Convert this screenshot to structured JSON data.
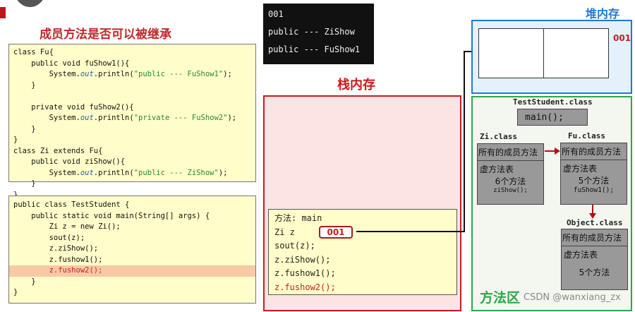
{
  "title": "成员方法是否可以被继承",
  "code_fu": [
    "class Fu{",
    "    public void fuShow1(){",
    "        System.|out|.println(|\"public --- FuShow1\"|);",
    "    }",
    "",
    "    private void fuShow2(){",
    "        System.|out|.println(|\"private --- FuShow2\"|);",
    "    }",
    "}",
    "class Zi extends Fu{",
    "    public void ziShow(){",
    "        System.|out|.println(|\"public --- ZiShow\"|);",
    "    }",
    "}"
  ],
  "code_main": [
    "public class TestStudent {",
    "    public static void main(String[] args) {",
    "        Zi z = new Zi();",
    "        sout(z);",
    "        z.ziShow();",
    "        z.fushow1();",
    "        z.fushow2();",
    "    }",
    "}"
  ],
  "console": [
    "001",
    "public --- ZiShow",
    "public --- FuShow1"
  ],
  "stack": {
    "label": "栈内存",
    "frame_title": "方法: main",
    "var": "Zi z",
    "addr": "001",
    "lines": [
      "sout(z);",
      "z.ziShow();",
      "z.fushow1();",
      "z.fushow2();"
    ]
  },
  "heap": {
    "label": "堆内存",
    "addr": "001"
  },
  "method_area": {
    "label": "方法区",
    "test_class": "TestStudent.class",
    "main": "main();",
    "zi": {
      "name": "Zi.class",
      "all": "所有的成员方法",
      "vtable": "虚方法表",
      "count": "6个方法",
      "method": "ziShow();"
    },
    "fu": {
      "name": "Fu.class",
      "all": "所有的成员方法",
      "vtable": "虚方法表",
      "count": "5个方法",
      "method": "fuShow1();"
    },
    "obj": {
      "name": "Object.class",
      "all": "所有的成员方法",
      "vtable": "虚方法表",
      "count": "5个方法"
    }
  },
  "watermark": "CSDN @wanxiang_zx"
}
